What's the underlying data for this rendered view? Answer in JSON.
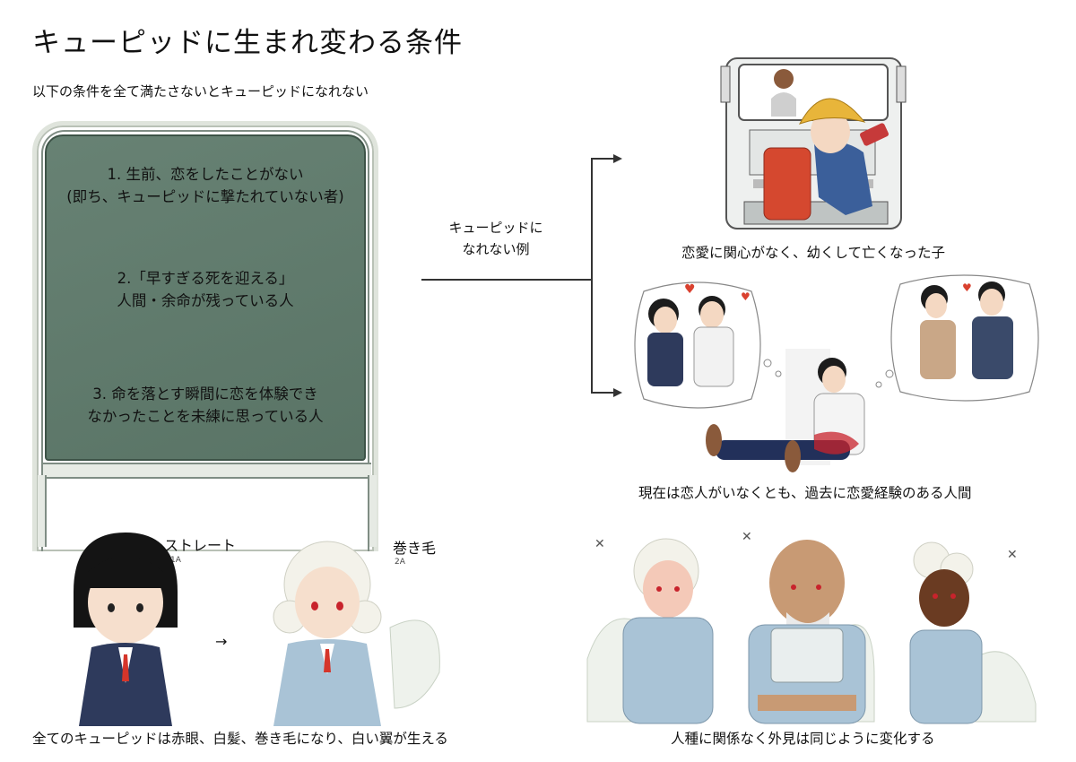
{
  "title": "キューピッドに生まれ変わる条件",
  "subtitle": "以下の条件を全て満たさないとキューピッドになれない",
  "board": {
    "conditions": [
      {
        "line1": "1. 生前、恋をしたことがない",
        "line2": "(即ち、キューピッドに撃たれていない者)"
      },
      {
        "line1": "2.「早すぎる死を迎える」",
        "line2": "人間・余命が残っている人"
      },
      {
        "line1": "3. 命を落とす瞬間に恋を体験でき",
        "line2": "なかったことを未練に思っている人"
      }
    ]
  },
  "branch": {
    "label_line1": "キューピッドに",
    "label_line2": "なれない例"
  },
  "examples": {
    "child_caption": "恋愛に関心がなく、幼くして亡くなった子",
    "adult_caption": "現在は恋人がいなくとも、過去に恋愛経験のある人間"
  },
  "transformation": {
    "straight_label": "ストレート",
    "straight_tag": "1A",
    "curly_label": "巻き毛",
    "curly_tag": "2A",
    "arrow": "→",
    "caption": "全てのキューピッドは赤眼、白髪、巻き毛になり、白い翼が生える"
  },
  "diversity": {
    "caption": "人種に関係なく外見は同じように変化する"
  },
  "colors": {
    "board_green": "#5e7a6b",
    "cupid_eye": "#c8232c",
    "blazer_navy": "#2e3a5c",
    "uniform_blue": "#a9c3d6",
    "backpack_red": "#d5482f",
    "hat_yellow": "#e8b53a"
  }
}
